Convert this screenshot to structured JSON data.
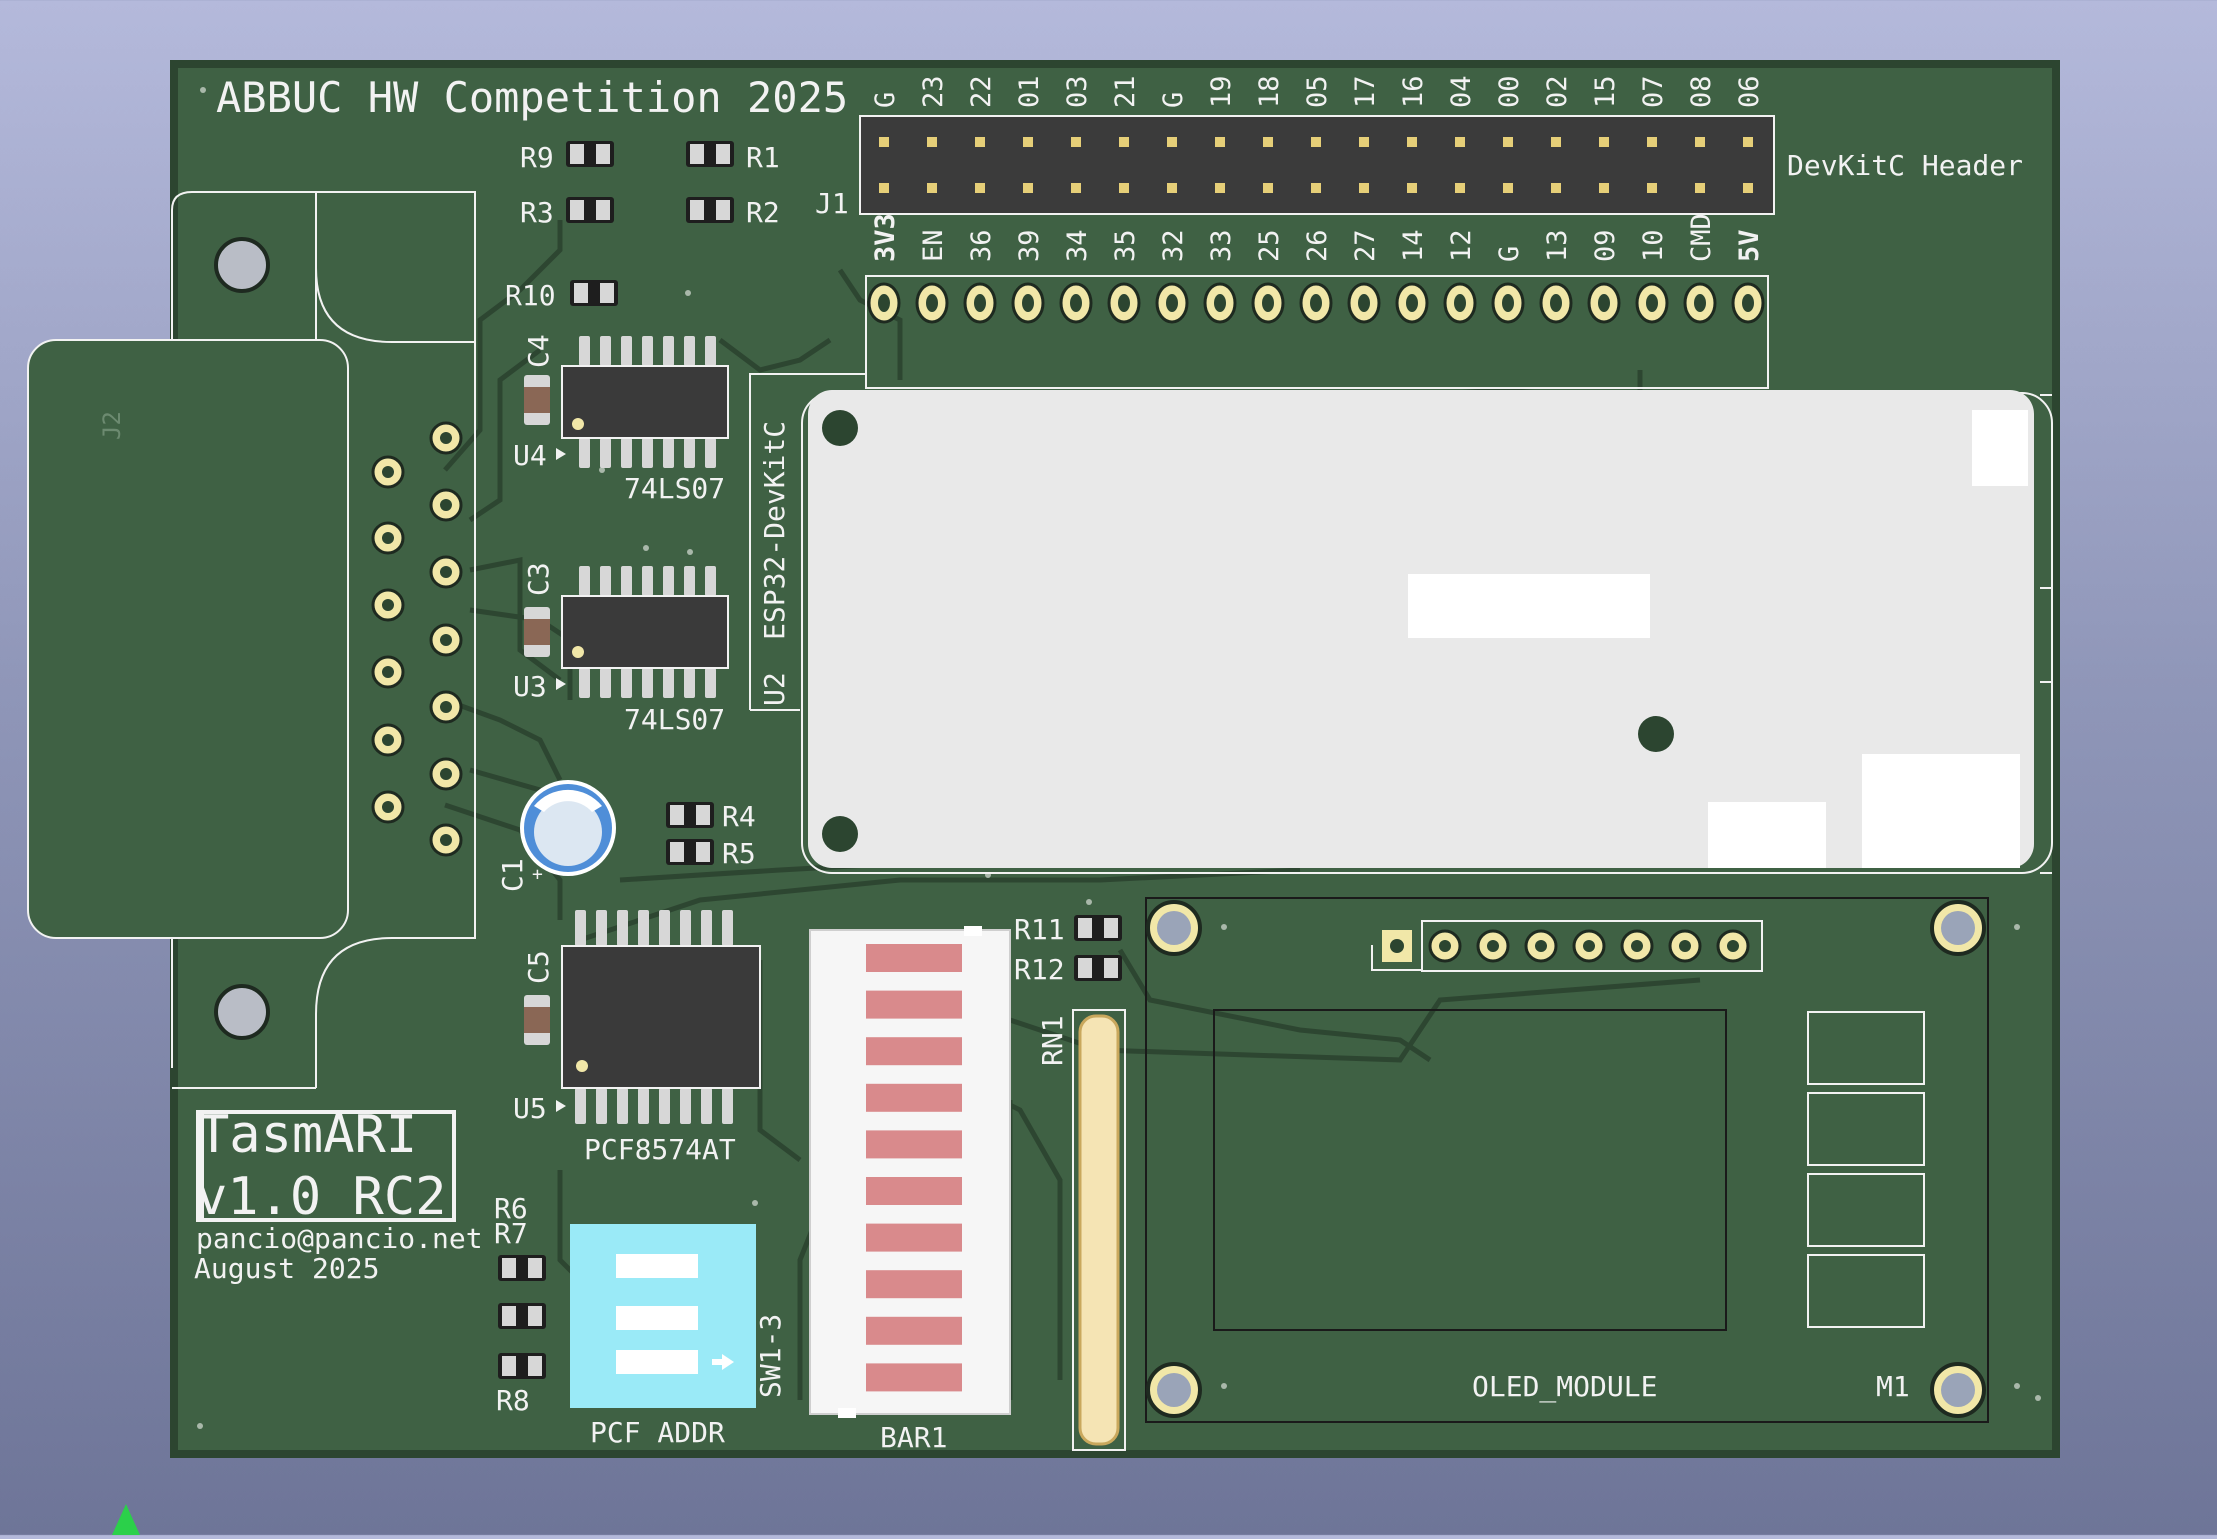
{
  "board": {
    "title": "ABBUC HW Competition 2025",
    "colors": {
      "pcb": "#3f6144",
      "pcb_dark": "#2a3f2d",
      "silk": "#f2f2f2",
      "pad_gold": "#f1e7a8",
      "ic_body": "#3a3a3a",
      "module": "#e9e9e9",
      "led": "#d98a8c",
      "dip": "#9aeaf7"
    }
  },
  "header": {
    "ref": "J1",
    "name": "DevKitC Header",
    "top_labels": [
      "G",
      "23",
      "22",
      "01",
      "03",
      "21",
      "G",
      "19",
      "18",
      "05",
      "17",
      "16",
      "04",
      "00",
      "02",
      "15",
      "07",
      "08",
      "06"
    ],
    "bottom_labels": [
      "3V3",
      "EN",
      "36",
      "39",
      "34",
      "35",
      "32",
      "33",
      "25",
      "26",
      "27",
      "14",
      "12",
      "G",
      "13",
      "09",
      "10",
      "CMD",
      "5V"
    ]
  },
  "resistors": {
    "r1": "R1",
    "r2": "R2",
    "r3": "R3",
    "r4": "R4",
    "r5": "R5",
    "r6": "R6",
    "r7": "R7",
    "r8": "R8",
    "r9": "R9",
    "r10": "R10",
    "r11": "R11",
    "r12": "R12"
  },
  "capacitors": {
    "c1": "C1",
    "c3": "C3",
    "c4": "C4",
    "c5": "C5"
  },
  "chips": {
    "u3": {
      "ref": "U3",
      "value": "74LS07"
    },
    "u4": {
      "ref": "U4",
      "value": "74LS07"
    },
    "u5": {
      "ref": "U5",
      "value": "PCF8574AT"
    }
  },
  "esp32": {
    "ref": "U2",
    "value": "ESP32-DevKitC"
  },
  "connector": {
    "ref": "J2"
  },
  "switch": {
    "ref": "SW1-3",
    "value": "PCF ADDR"
  },
  "bargraph": {
    "ref": "BAR1",
    "segments": 10
  },
  "resnet": {
    "ref": "RN1"
  },
  "oled": {
    "value": "OLED_MODULE",
    "ref": "M1"
  },
  "info": {
    "name": "TasmARI",
    "version": "v1.0 RC2",
    "email": "pancio@pancio.net",
    "date": "August 2025"
  },
  "plus_marks": [
    "+",
    "+"
  ]
}
